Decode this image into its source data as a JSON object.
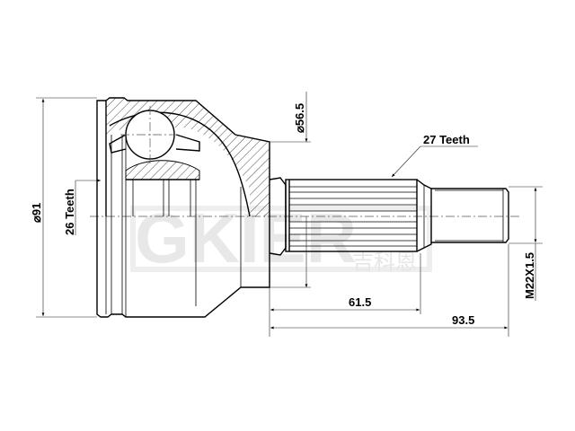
{
  "drawing": {
    "subject": "CV joint outer (technical drawing)",
    "watermark": {
      "latin": "GKIER",
      "cjk": "吉科恩",
      "color": "#e8e8e8"
    },
    "dimensions": {
      "outer_diameter": "⌀91",
      "shaft_diameter": "⌀56.5",
      "inner_spline": "26 Teeth",
      "outer_spline": "27 Teeth",
      "spline_length": "61.5",
      "total_shaft_length": "93.5",
      "thread": "M22X1.5"
    },
    "line_color": "#000000",
    "background": "#ffffff"
  }
}
